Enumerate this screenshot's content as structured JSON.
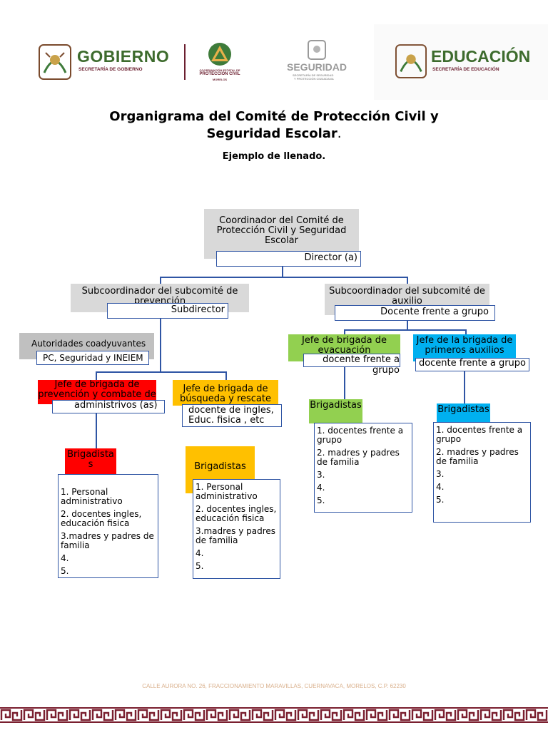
{
  "header": {
    "logo1_title": "GOBIERNO",
    "logo1_subtitle": "SECRETARÍA DE GOBIERNO",
    "logo2_line1": "COORDINACIÓN ESTATAL DE",
    "logo2_line2": "PROTECCIÓN CIVIL",
    "logo2_line3": "MORELOS",
    "logo3_title": "SEGURIDAD",
    "logo3_line1": "SECRETARÍA DE SEGURIDAD",
    "logo3_line2": "Y PROTECCIÓN CIUDADANA",
    "logo4_title": "EDUCACIÓN",
    "logo4_subtitle": "SECRETARÍA DE EDUCACIÓN"
  },
  "doc": {
    "title_line1": "Organigrama del Comité de Protección Civil y",
    "title_line2": "Seguridad Escolar",
    "title_period": ".",
    "subtitle": "Ejemplo de llenado."
  },
  "org": {
    "coordinator": {
      "title": "Coordinador del Comité de Protección Civil y Seguridad Escolar",
      "value": "Director (a)"
    },
    "sub_prevention": {
      "title": "Subcoordinador del subcomité de prevención",
      "value": "Subdirector"
    },
    "sub_aid": {
      "title": "Subcoordinador del subcomité de auxilio",
      "value": "Docente frente a grupo"
    },
    "authorities": {
      "title": "Autoridades coadyuvantes",
      "value": "PC, Seguridad y INEIEM"
    },
    "fire": {
      "title": "Jefe de brigada de prevención y combate de incendios",
      "value": "administrivos (as)",
      "brigadistas": "Brigadistas",
      "items": [
        "1. Personal administrativo",
        "2. docentes ingles, educación fisica",
        "3.madres y padres de familia",
        "4.",
        "5."
      ]
    },
    "search": {
      "title": "Jefe de brigada de búsqueda y rescate",
      "value": "docente de ingles, Educ. fisica , etc",
      "brigadistas": "Brigadistas",
      "items": [
        "1. Personal administrativo",
        "2. docentes ingles, educación fisica",
        "3.madres y padres de familia",
        "4.",
        "5."
      ]
    },
    "evac": {
      "title": "Jefe de brigada de evacuación",
      "value": "docente frente a grupo",
      "brigadistas": "Brigadistas",
      "items": [
        "1. docentes frente a grupo",
        "2. madres y padres de familia",
        "3.",
        "4.",
        "5."
      ]
    },
    "firstaid": {
      "title": "Jefe de la brigada de primeros auxilios",
      "value": "docente frente a grupo",
      "brigadistas": "Brigadistas",
      "items": [
        "1. docentes frente a grupo",
        "2. madres y padres de familia",
        "3.",
        "4.",
        "5."
      ]
    }
  },
  "footer": {
    "address": "CALLE AURORA NO. 26, FRACCIONAMIENTO MARAVILLAS, CUERNAVACA, MORELOS, C.P. 62230"
  },
  "colors": {
    "red": "#ff0000",
    "orange": "#ffc000",
    "green": "#92d050",
    "blue": "#00b0f0",
    "gray": "#d9d9d9",
    "line": "#2f55a4",
    "brand": "#6b1f2f"
  }
}
